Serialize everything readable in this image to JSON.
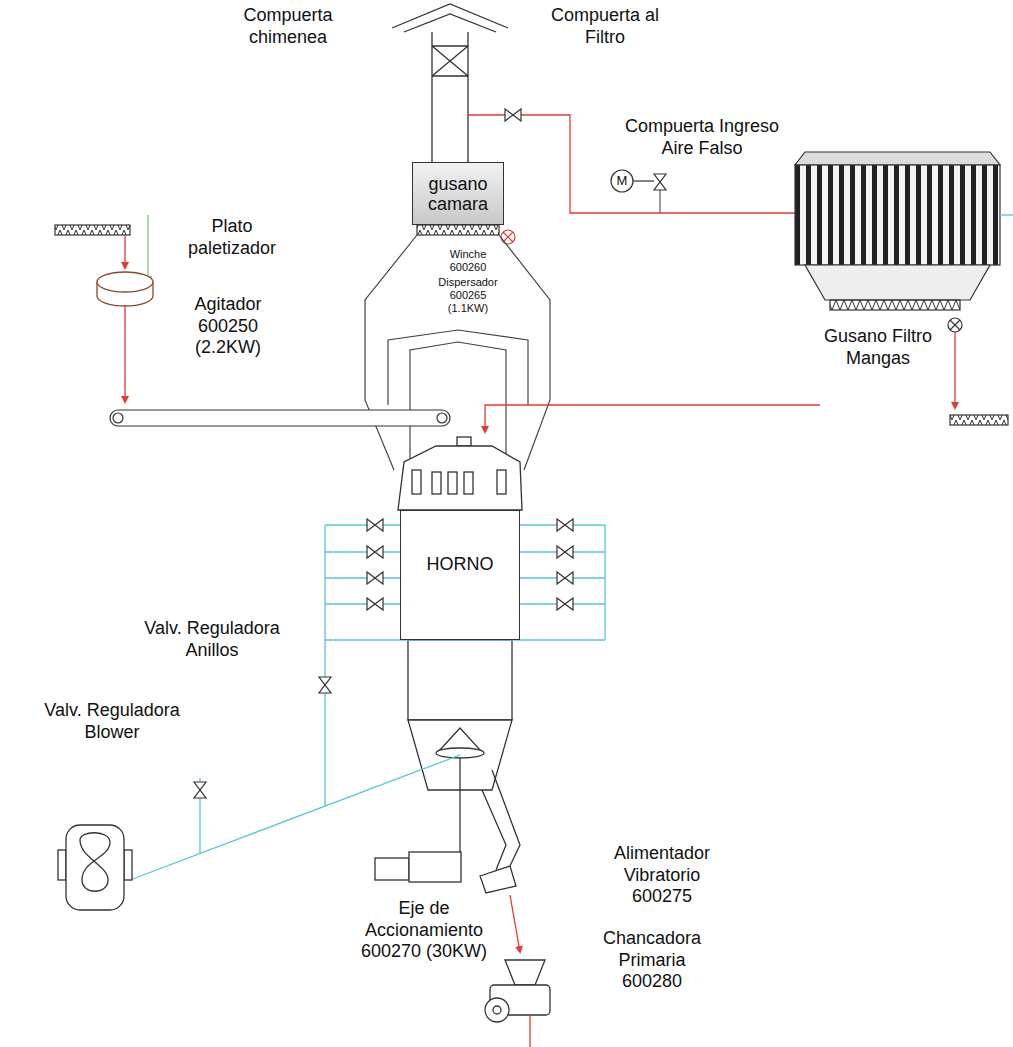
{
  "diagram": {
    "nodes": [
      {
        "text": [
          "gusano camara"
        ]
      },
      {
        "text": [
          "HORNO"
        ]
      }
    ],
    "labels": [
      "Compuerta chimenea",
      "Compuerta al Filtro",
      "Compuerta Ingreso Aire Falso",
      "Plato paletizador",
      "Winche 600260",
      "Dispersador 600265 (1.1KW)",
      "Agitador 600250 (2.2KW)",
      "Gusano Filtro Mangas",
      "Valv. Reguladora Anillos",
      "Valv. Reguladora Blower",
      "Eje de Accionamiento 600270 (30KW)",
      "Alimentador Vibratorio 600275",
      "Chancadora Primaria 600280",
      "M"
    ]
  }
}
